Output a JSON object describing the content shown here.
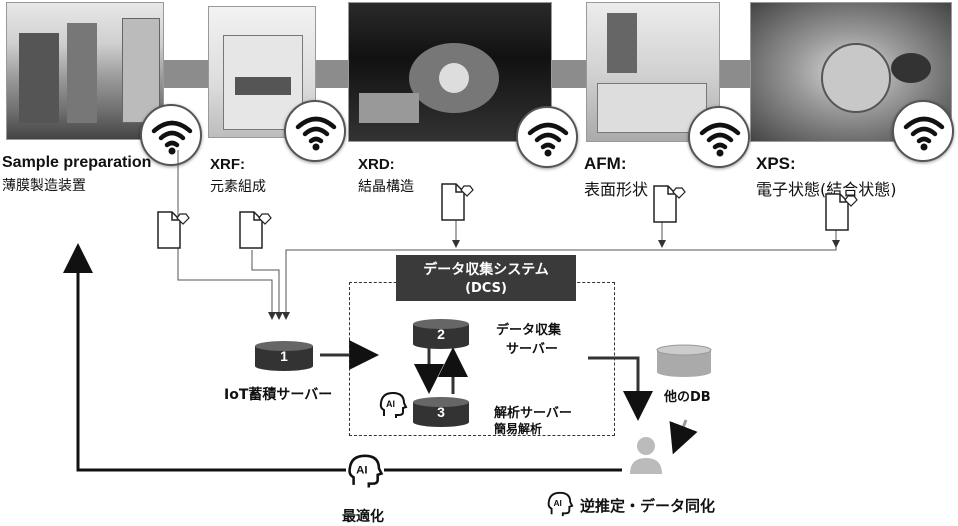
{
  "instruments": [
    {
      "id": "sample",
      "en": "Sample preparation",
      "jp": "薄膜製造装置"
    },
    {
      "id": "xrf",
      "en": "XRF:",
      "jp": "元素組成"
    },
    {
      "id": "xrd",
      "en": "XRD:",
      "jp": "結晶構造"
    },
    {
      "id": "afm",
      "en": "AFM:",
      "jp": "表面形状"
    },
    {
      "id": "xps",
      "en": "XPS:",
      "jp": "電子状態(結合状態)"
    }
  ],
  "dcs": {
    "title": "データ収集システム",
    "subtitle": "(DCS)"
  },
  "servers": {
    "s1_num": "1",
    "s1_label": "IoT蓄積サーバー",
    "s2_num": "2",
    "s2_label_1": "データ収集",
    "s2_label_2": "サーバー",
    "s3_num": "3",
    "s3_label": "解析サーバー",
    "s3_sub": "簡易解析",
    "other_db": "他のDB"
  },
  "ai": {
    "badge": "AI",
    "optimize": "最適化",
    "inverse": "逆推定・データ同化"
  },
  "icons": [
    "wifi-icon",
    "document-tag-icon",
    "database-icon",
    "ai-head-icon",
    "person-icon"
  ]
}
